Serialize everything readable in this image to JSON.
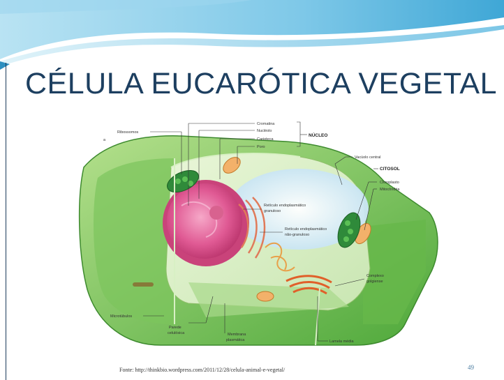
{
  "slide": {
    "title": "CÉLULA EUCARÓTICA VEGETAL",
    "footer": "Fonte: http://thinkbio.wordpress.com/2011/12/28/celula-animal-e-vegetal/",
    "page_number": "49"
  },
  "diagram": {
    "panel_letter": "a",
    "labels": {
      "ribossomos": "Ribossomos",
      "cromatina": "Cromatina",
      "nucleolo": "Nucléolo",
      "carioteca": "Carioteca",
      "poro": "Poro",
      "nucleo": "NÚCLEO",
      "vacuolo": "Vacúolo central",
      "citosol": "CITOSOL",
      "cloroplasto": "Cloroplasto",
      "mitocondria": "Mitocôndria",
      "rer_1": "Retículo endoplasmático",
      "rer_2": "granuloso",
      "rel_1": "Retículo endoplasmático",
      "rel_2": "não-granuloso",
      "golgi_1": "Complexo",
      "golgi_2": "golgiense",
      "microtubulos": "Microtúbulos",
      "parede_1": "Parede",
      "parede_2": "celulósica",
      "membrana_1": "Membrana",
      "membrana_2": "plasmática",
      "lamela": "Lamela média"
    }
  }
}
